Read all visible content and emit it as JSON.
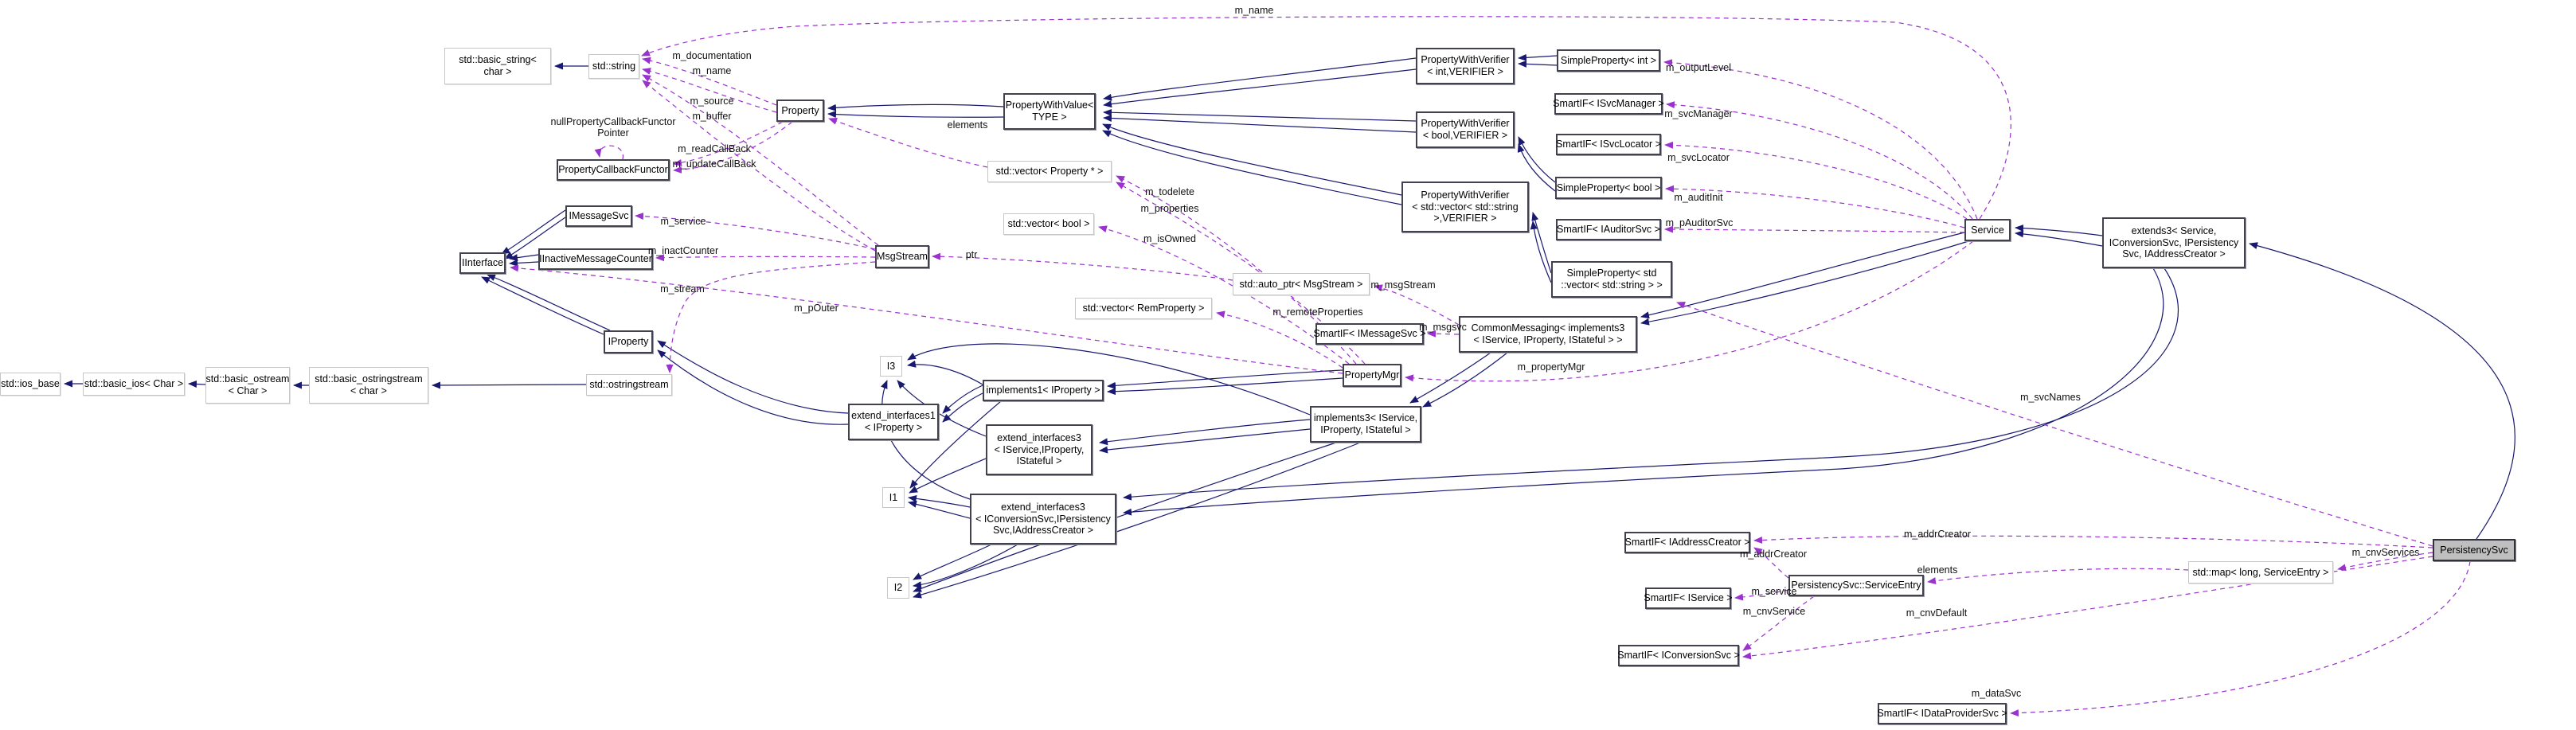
{
  "diagram": {
    "title": "PersistencySvc collaboration diagram",
    "highlighted_node": "PersistencySvc",
    "colors": {
      "inheritance_edge": "#191970",
      "usage_edge": "#9a32cd",
      "class_border": "#42424e",
      "external_border": "#c6c6c6",
      "highlight_fill": "#bfbfbf",
      "background": "#ffffff"
    },
    "nodes": [
      {
        "id": "basic_string",
        "kind": "ext",
        "label": "std::basic_string<\nchar >"
      },
      {
        "id": "string",
        "kind": "ext",
        "label": "std::string"
      },
      {
        "id": "pcf",
        "kind": "cls",
        "label": "PropertyCallbackFunctor"
      },
      {
        "id": "property",
        "kind": "cls",
        "label": "Property"
      },
      {
        "id": "imessagesvc",
        "kind": "cls",
        "label": "IMessageSvc"
      },
      {
        "id": "iinterface",
        "kind": "cls",
        "label": "IInterface"
      },
      {
        "id": "iinactive",
        "kind": "cls",
        "label": "IInactiveMessageCounter"
      },
      {
        "id": "msgstream",
        "kind": "cls",
        "label": "MsgStream"
      },
      {
        "id": "iproperty",
        "kind": "cls",
        "label": "IProperty"
      },
      {
        "id": "ostringstream",
        "kind": "ext",
        "label": "std::ostringstream"
      },
      {
        "id": "basic_ostringstream",
        "kind": "ext",
        "label": "std::basic_ostringstream\n< char >"
      },
      {
        "id": "basic_ostream",
        "kind": "ext",
        "label": "std::basic_ostream\n< Char >"
      },
      {
        "id": "basic_ios",
        "kind": "ext",
        "label": "std::basic_ios< Char >"
      },
      {
        "id": "ios_base",
        "kind": "ext",
        "label": "std::ios_base"
      },
      {
        "id": "pwvalue",
        "kind": "cls",
        "label": "PropertyWithValue<\nTYPE >"
      },
      {
        "id": "vec_prop",
        "kind": "ext",
        "label": "std::vector< Property * >"
      },
      {
        "id": "vec_bool",
        "kind": "ext",
        "label": "std::vector< bool >"
      },
      {
        "id": "auto_ptr",
        "kind": "ext",
        "label": "std::auto_ptr< MsgStream >"
      },
      {
        "id": "vec_rem",
        "kind": "ext",
        "label": "std::vector< RemProperty >"
      },
      {
        "id": "smartif_imsgsvc",
        "kind": "cls",
        "label": "SmartIF< IMessageSvc >"
      },
      {
        "id": "commonmsg",
        "kind": "cls",
        "label": "CommonMessaging< implements3\n< IService, IProperty, IStateful > >"
      },
      {
        "id": "propertymgr",
        "kind": "cls",
        "label": "PropertyMgr"
      },
      {
        "id": "implements3",
        "kind": "cls",
        "label": "implements3< IService,\nIProperty, IStateful >"
      },
      {
        "id": "implements1",
        "kind": "cls",
        "label": "implements1< IProperty >"
      },
      {
        "id": "ext_if1",
        "kind": "cls",
        "label": "extend_interfaces1\n< IProperty >"
      },
      {
        "id": "i3",
        "kind": "tpl",
        "label": "I3"
      },
      {
        "id": "ext_if3_svc",
        "kind": "cls",
        "label": "extend_interfaces3\n< IService,IProperty,\nIStateful >"
      },
      {
        "id": "i1",
        "kind": "tpl",
        "label": "I1"
      },
      {
        "id": "ext_if3_cnv",
        "kind": "cls",
        "label": "extend_interfaces3\n< IConversionSvc,IPersistency\nSvc,IAddressCreator >"
      },
      {
        "id": "i2",
        "kind": "tpl",
        "label": "I2"
      },
      {
        "id": "pwv_int",
        "kind": "cls",
        "label": "PropertyWithVerifier\n< int,VERIFIER >"
      },
      {
        "id": "pwv_bool",
        "kind": "cls",
        "label": "PropertyWithVerifier\n< bool,VERIFIER >"
      },
      {
        "id": "pwv_vec",
        "kind": "cls",
        "label": "PropertyWithVerifier\n< std::vector< std::string\n>,VERIFIER >"
      },
      {
        "id": "sp_int",
        "kind": "cls",
        "label": "SimpleProperty< int >"
      },
      {
        "id": "smartif_svcmgr",
        "kind": "cls",
        "label": "SmartIF< ISvcManager >"
      },
      {
        "id": "smartif_svcloc",
        "kind": "cls",
        "label": "SmartIF< ISvcLocator >"
      },
      {
        "id": "sp_bool",
        "kind": "cls",
        "label": "SimpleProperty< bool >"
      },
      {
        "id": "smartif_auditor",
        "kind": "cls",
        "label": "SmartIF< IAuditorSvc >"
      },
      {
        "id": "sp_vec",
        "kind": "cls",
        "label": "SimpleProperty< std\n::vector< std::string > >"
      },
      {
        "id": "service",
        "kind": "cls",
        "label": "Service"
      },
      {
        "id": "extends3",
        "kind": "cls",
        "label": "extends3< Service,\nIConversionSvc, IPersistency\nSvc, IAddressCreator >"
      },
      {
        "id": "smartif_addr",
        "kind": "cls",
        "label": "SmartIF< IAddressCreator >"
      },
      {
        "id": "smartif_isvc",
        "kind": "cls",
        "label": "SmartIF< IService >"
      },
      {
        "id": "svcentry",
        "kind": "cls",
        "label": "PersistencySvc::ServiceEntry"
      },
      {
        "id": "map_svcentry",
        "kind": "ext",
        "label": "std::map< long, ServiceEntry >"
      },
      {
        "id": "persistencysvc",
        "kind": "hl",
        "label": "PersistencySvc"
      },
      {
        "id": "smartif_icnv",
        "kind": "cls",
        "label": "SmartIF< IConversionSvc >"
      },
      {
        "id": "smartif_idata",
        "kind": "cls",
        "label": "SmartIF< IDataProviderSvc >"
      }
    ],
    "edges": [
      {
        "id": "e1",
        "from": "string",
        "to": "basic_string",
        "style": "solid"
      },
      {
        "id": "e2",
        "from": "pwvalue",
        "to": "property",
        "style": "solid"
      },
      {
        "id": "e3",
        "from": "pwv_int",
        "to": "pwvalue",
        "style": "solid"
      },
      {
        "id": "e4",
        "from": "pwv_bool",
        "to": "pwvalue",
        "style": "solid"
      },
      {
        "id": "e5",
        "from": "pwv_vec",
        "to": "pwvalue",
        "style": "solid"
      },
      {
        "id": "e6",
        "from": "sp_int",
        "to": "pwv_int",
        "style": "solid"
      },
      {
        "id": "e7",
        "from": "sp_bool",
        "to": "pwv_bool",
        "style": "solid"
      },
      {
        "id": "e8",
        "from": "sp_vec",
        "to": "pwv_vec",
        "style": "solid"
      },
      {
        "id": "e9",
        "from": "imessagesvc",
        "to": "iinterface",
        "style": "solid"
      },
      {
        "id": "e10",
        "from": "iinactive",
        "to": "iinterface",
        "style": "solid"
      },
      {
        "id": "e11",
        "from": "iproperty",
        "to": "iinterface",
        "style": "solid"
      },
      {
        "id": "e12",
        "from": "ostringstream",
        "to": "basic_ostringstream",
        "style": "solid"
      },
      {
        "id": "e13",
        "from": "basic_ostringstream",
        "to": "basic_ostream",
        "style": "solid"
      },
      {
        "id": "e14",
        "from": "basic_ostream",
        "to": "basic_ios",
        "style": "solid"
      },
      {
        "id": "e15",
        "from": "basic_ios",
        "to": "ios_base",
        "style": "solid"
      },
      {
        "id": "e16",
        "from": "service",
        "to": "commonmsg",
        "style": "solid"
      },
      {
        "id": "e17",
        "from": "extends3",
        "to": "service",
        "style": "solid"
      },
      {
        "id": "e18",
        "from": "persistencysvc",
        "to": "extends3",
        "style": "solid"
      },
      {
        "id": "e19",
        "from": "extends3",
        "to": "ext_if3_cnv",
        "style": "solid"
      },
      {
        "id": "e20",
        "from": "commonmsg",
        "to": "implements3",
        "style": "solid"
      },
      {
        "id": "e21",
        "from": "implements3",
        "to": "ext_if3_svc",
        "style": "solid"
      },
      {
        "id": "e22",
        "from": "propertymgr",
        "to": "implements1",
        "style": "solid"
      },
      {
        "id": "e23",
        "from": "implements1",
        "to": "ext_if1",
        "style": "solid"
      },
      {
        "id": "e24",
        "from": "ext_if1",
        "to": "iproperty",
        "style": "solid"
      },
      {
        "id": "e25",
        "from": "implements3",
        "to": "i3",
        "style": "solid"
      },
      {
        "id": "e26",
        "from": "ext_if3_svc",
        "to": "i3",
        "style": "solid"
      },
      {
        "id": "e27",
        "from": "ext_if3_cnv",
        "to": "i3",
        "style": "solid"
      },
      {
        "id": "e28",
        "from": "implements1",
        "to": "i3",
        "style": "solid"
      },
      {
        "id": "e29",
        "from": "implements1",
        "to": "i1",
        "style": "solid"
      },
      {
        "id": "e30",
        "from": "ext_if3_svc",
        "to": "i1",
        "style": "solid"
      },
      {
        "id": "e31",
        "from": "ext_if3_cnv",
        "to": "i1",
        "style": "solid"
      },
      {
        "id": "e32",
        "from": "ext_if3_cnv",
        "to": "i2",
        "style": "solid"
      },
      {
        "id": "e33",
        "from": "implements3",
        "to": "i2",
        "style": "solid"
      },
      {
        "id": "d_doc",
        "from": "property",
        "to": "string",
        "style": "dashed",
        "label": "m_documentation"
      },
      {
        "id": "d_name_p",
        "from": "property",
        "to": "string",
        "style": "dashed",
        "label": "m_name"
      },
      {
        "id": "d_source",
        "from": "msgstream",
        "to": "string",
        "style": "dashed",
        "label": "m_source"
      },
      {
        "id": "d_buffer",
        "from": "msgstream",
        "to": "string",
        "style": "dashed",
        "label": "m_buffer"
      },
      {
        "id": "d_read",
        "from": "property",
        "to": "pcf",
        "style": "dashed",
        "label": "m_readCallBack"
      },
      {
        "id": "d_update",
        "from": "property",
        "to": "pcf",
        "style": "dashed",
        "label": "m_updateCallBack"
      },
      {
        "id": "d_null",
        "from": "pcf",
        "to": "pcf",
        "style": "dashed",
        "label": "nullPropertyCallbackFunctor\nPointer"
      },
      {
        "id": "d_mname_top",
        "from": "service",
        "to": "string",
        "style": "dashed",
        "label": "m_name"
      },
      {
        "id": "d_mservice",
        "from": "msgstream",
        "to": "imessagesvc",
        "style": "dashed",
        "label": "m_service"
      },
      {
        "id": "d_inact",
        "from": "msgstream",
        "to": "iinactive",
        "style": "dashed",
        "label": "m_inactCounter"
      },
      {
        "id": "d_stream",
        "from": "msgstream",
        "to": "ostringstream",
        "style": "dashed",
        "label": "m_stream"
      },
      {
        "id": "d_pouter",
        "from": "propertymgr",
        "to": "iinterface",
        "style": "dashed",
        "label": "m_pOuter"
      },
      {
        "id": "d_ptr",
        "from": "auto_ptr",
        "to": "msgstream",
        "style": "dashed",
        "label": "ptr"
      },
      {
        "id": "d_elem_p",
        "from": "vec_prop",
        "to": "property",
        "style": "dashed",
        "label": "elements"
      },
      {
        "id": "d_todelete",
        "from": "propertymgr",
        "to": "vec_prop",
        "style": "dashed",
        "label": "m_todelete"
      },
      {
        "id": "d_props",
        "from": "propertymgr",
        "to": "vec_prop",
        "style": "dashed",
        "label": "m_properties"
      },
      {
        "id": "d_isowned",
        "from": "propertymgr",
        "to": "vec_bool",
        "style": "dashed",
        "label": "m_isOwned"
      },
      {
        "id": "d_remote",
        "from": "propertymgr",
        "to": "vec_rem",
        "style": "dashed",
        "label": "m_remoteProperties"
      },
      {
        "id": "d_msgstream",
        "from": "commonmsg",
        "to": "auto_ptr",
        "style": "dashed",
        "label": "m_msgStream"
      },
      {
        "id": "d_msgsvc",
        "from": "commonmsg",
        "to": "smartif_imsgsvc",
        "style": "dashed",
        "label": "m_msgsvc"
      },
      {
        "id": "d_pmgr",
        "from": "service",
        "to": "propertymgr",
        "style": "dashed",
        "label": "m_propertyMgr"
      },
      {
        "id": "d_outlvl",
        "from": "service",
        "to": "sp_int",
        "style": "dashed",
        "label": "m_outputLevel"
      },
      {
        "id": "d_svcmgr",
        "from": "service",
        "to": "smartif_svcmgr",
        "style": "dashed",
        "label": "m_svcManager"
      },
      {
        "id": "d_svcloc",
        "from": "service",
        "to": "smartif_svcloc",
        "style": "dashed",
        "label": "m_svcLocator"
      },
      {
        "id": "d_audit",
        "from": "service",
        "to": "sp_bool",
        "style": "dashed",
        "label": "m_auditInit"
      },
      {
        "id": "d_pauditor",
        "from": "service",
        "to": "smartif_auditor",
        "style": "dashed",
        "label": "m_pAuditorSvc"
      },
      {
        "id": "d_svcnames",
        "from": "persistencysvc",
        "to": "sp_vec",
        "style": "dashed",
        "label": "m_svcNames"
      },
      {
        "id": "d_addr_a",
        "from": "persistencysvc",
        "to": "smartif_addr",
        "style": "dashed",
        "label": "m_addrCreator"
      },
      {
        "id": "d_addr_b",
        "from": "svcentry",
        "to": "smartif_addr",
        "style": "dashed",
        "label": "m_addrCreator"
      },
      {
        "id": "d_serv_e",
        "from": "svcentry",
        "to": "smartif_isvc",
        "style": "dashed",
        "label": "m_service"
      },
      {
        "id": "d_cnvsvc",
        "from": "svcentry",
        "to": "smartif_icnv",
        "style": "dashed",
        "label": "m_cnvService"
      },
      {
        "id": "d_cnvdef",
        "from": "persistencysvc",
        "to": "smartif_icnv",
        "style": "dashed",
        "label": "m_cnvDefault"
      },
      {
        "id": "d_elem_m",
        "from": "map_svcentry",
        "to": "svcentry",
        "style": "dashed",
        "label": "elements"
      },
      {
        "id": "d_cnvsvcs",
        "from": "persistencysvc",
        "to": "map_svcentry",
        "style": "dashed",
        "label": "m_cnvServices"
      },
      {
        "id": "d_datasvc",
        "from": "persistencysvc",
        "to": "smartif_idata",
        "style": "dashed",
        "label": "m_dataSvc"
      }
    ]
  }
}
